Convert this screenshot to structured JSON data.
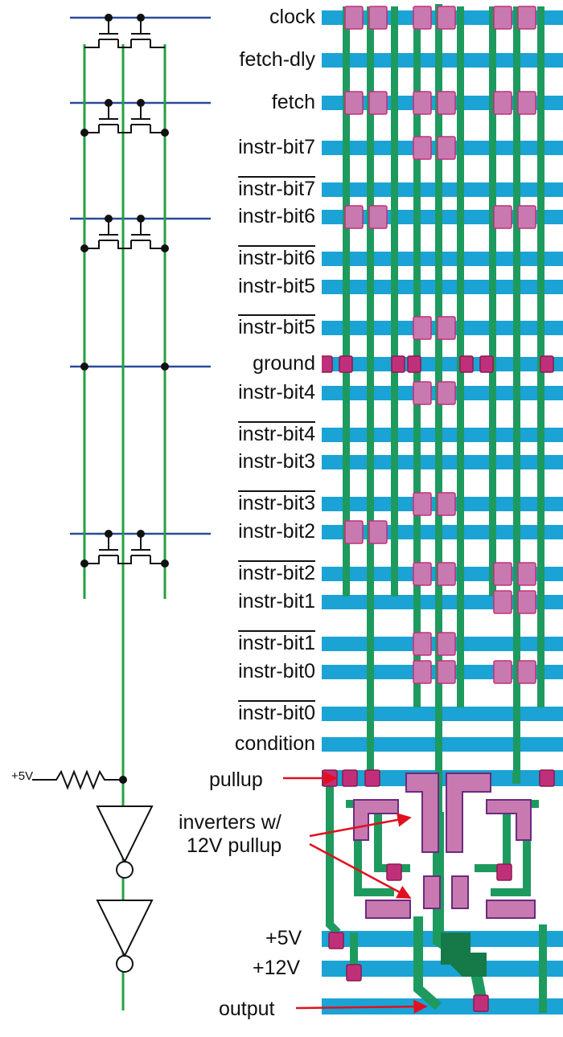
{
  "signals": [
    {
      "text": "clock",
      "bar": false
    },
    {
      "text": "fetch-dly",
      "bar": false
    },
    {
      "text": "fetch",
      "bar": false
    },
    {
      "text": "instr-bit7",
      "bar": false
    },
    {
      "text": "instr-bit7",
      "bar": true
    },
    {
      "text": "instr-bit6",
      "bar": false
    },
    {
      "text": "instr-bit6",
      "bar": true
    },
    {
      "text": "instr-bit5",
      "bar": false
    },
    {
      "text": "instr-bit5",
      "bar": true
    },
    {
      "text": "ground",
      "bar": false
    },
    {
      "text": "instr-bit4",
      "bar": false
    },
    {
      "text": "instr-bit4",
      "bar": true
    },
    {
      "text": "instr-bit3",
      "bar": false
    },
    {
      "text": "instr-bit3",
      "bar": true
    },
    {
      "text": "instr-bit2",
      "bar": false
    },
    {
      "text": "instr-bit2",
      "bar": true
    },
    {
      "text": "instr-bit1",
      "bar": false
    },
    {
      "text": "instr-bit1",
      "bar": true
    },
    {
      "text": "instr-bit0",
      "bar": false
    },
    {
      "text": "instr-bit0",
      "bar": true
    },
    {
      "text": "condition",
      "bar": false
    }
  ],
  "annotations": {
    "pullup": "pullup",
    "inverters_line1": "inverters w/",
    "inverters_line2": "12V pullup",
    "plus5v": "+5V",
    "plus12v": "+12V",
    "output": "output",
    "schematic_supply": "+5V"
  },
  "colors": {
    "metal": "#1aa3d4",
    "poly": "#1e9a5f",
    "contact": "#c0307a",
    "contact_fill": "#c8689e",
    "gate": "#c87ab0",
    "schematic_wire": "#24a040",
    "schematic_bus": "#2a4a9a",
    "arrow": "#e01020"
  }
}
